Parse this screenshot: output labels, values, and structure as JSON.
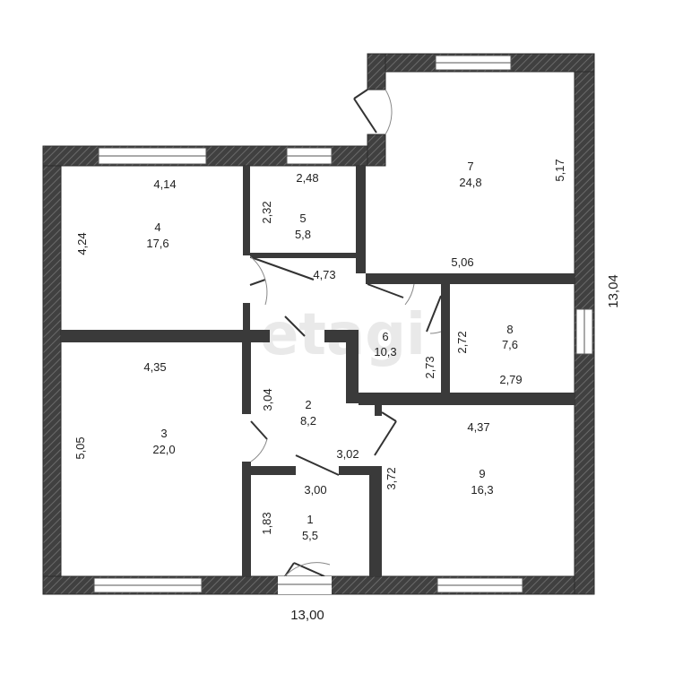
{
  "watermark": "etagi",
  "rooms": [
    {
      "id": "room-1",
      "number": "1",
      "area": "5,5"
    },
    {
      "id": "room-2",
      "number": "2",
      "area": "8,2"
    },
    {
      "id": "room-3",
      "number": "3",
      "area": "22,0"
    },
    {
      "id": "room-4",
      "number": "4",
      "area": "17,6"
    },
    {
      "id": "room-5",
      "number": "5",
      "area": "5,8"
    },
    {
      "id": "room-6",
      "number": "6",
      "area": "10,3"
    },
    {
      "id": "room-7",
      "number": "7",
      "area": "24,8"
    },
    {
      "id": "room-8",
      "number": "8",
      "area": "7,6"
    },
    {
      "id": "room-9",
      "number": "9",
      "area": "16,3"
    }
  ],
  "dimensions": {
    "overall_width": "13,00",
    "overall_height": "13,04",
    "d414": "4,14",
    "d424": "4,24",
    "d248": "2,48",
    "d232": "2,32",
    "d473": "4,73",
    "d517": "5,17",
    "d506": "5,06",
    "d272": "2,72",
    "d279": "2,79",
    "d273": "2,73",
    "d435": "4,35",
    "d505": "5,05",
    "d304": "3,04",
    "d302": "3,02",
    "d437": "4,37",
    "d372": "3,72",
    "d300": "3,00",
    "d183": "1,83"
  }
}
